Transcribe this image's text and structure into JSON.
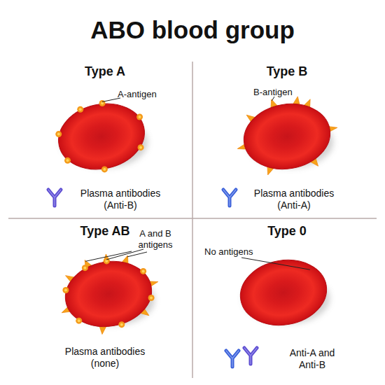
{
  "diagram": {
    "title": "ABO blood group",
    "labels": [
      "Type A",
      "A-antigen",
      "Plasma antibodies (Anti-B)",
      "Type B",
      "B-antigen",
      "Plasma antibodies (Anti-A)",
      "Type AB",
      "A and B antigens",
      "Plasma antibodies (none)",
      "Type 0",
      "No antigens",
      "Anti-A and Anti-B"
    ]
  }
}
